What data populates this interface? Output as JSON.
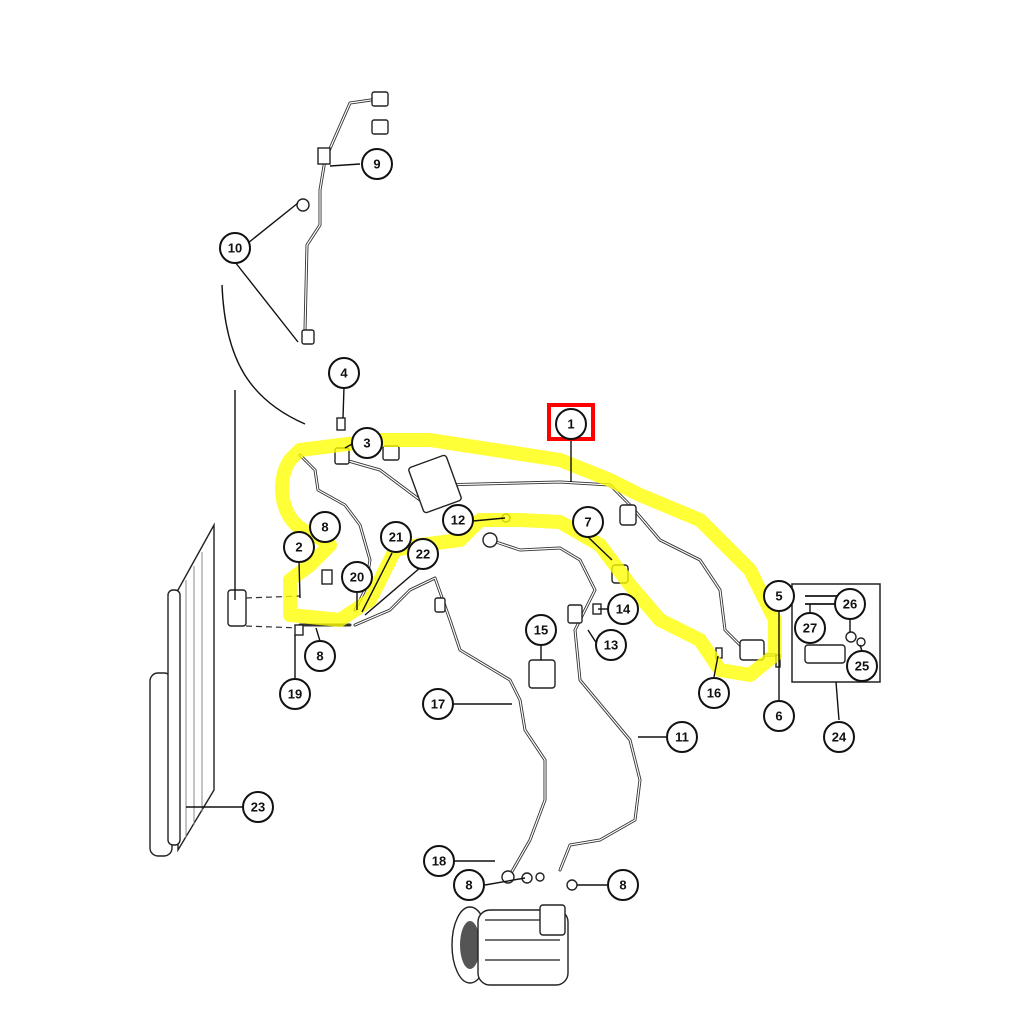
{
  "diagram": {
    "highlight_color": "#ffff00",
    "selected_color": "#ff0000",
    "selected_callout": "1",
    "callouts": [
      {
        "id": "c1",
        "label": "1"
      },
      {
        "id": "c2",
        "label": "2"
      },
      {
        "id": "c3",
        "label": "3"
      },
      {
        "id": "c4",
        "label": "4"
      },
      {
        "id": "c5",
        "label": "5"
      },
      {
        "id": "c6",
        "label": "6"
      },
      {
        "id": "c7",
        "label": "7"
      },
      {
        "id": "c8a",
        "label": "8"
      },
      {
        "id": "c8b",
        "label": "8"
      },
      {
        "id": "c8c",
        "label": "8"
      },
      {
        "id": "c8d",
        "label": "8"
      },
      {
        "id": "c9",
        "label": "9"
      },
      {
        "id": "c10",
        "label": "10"
      },
      {
        "id": "c11",
        "label": "11"
      },
      {
        "id": "c12",
        "label": "12"
      },
      {
        "id": "c13",
        "label": "13"
      },
      {
        "id": "c14",
        "label": "14"
      },
      {
        "id": "c15",
        "label": "15"
      },
      {
        "id": "c16",
        "label": "16"
      },
      {
        "id": "c17",
        "label": "17"
      },
      {
        "id": "c18",
        "label": "18"
      },
      {
        "id": "c19",
        "label": "19"
      },
      {
        "id": "c20",
        "label": "20"
      },
      {
        "id": "c21",
        "label": "21"
      },
      {
        "id": "c22",
        "label": "22"
      },
      {
        "id": "c23",
        "label": "23"
      },
      {
        "id": "c24",
        "label": "24"
      },
      {
        "id": "c25",
        "label": "25"
      },
      {
        "id": "c26",
        "label": "26"
      },
      {
        "id": "c27",
        "label": "27"
      }
    ]
  }
}
